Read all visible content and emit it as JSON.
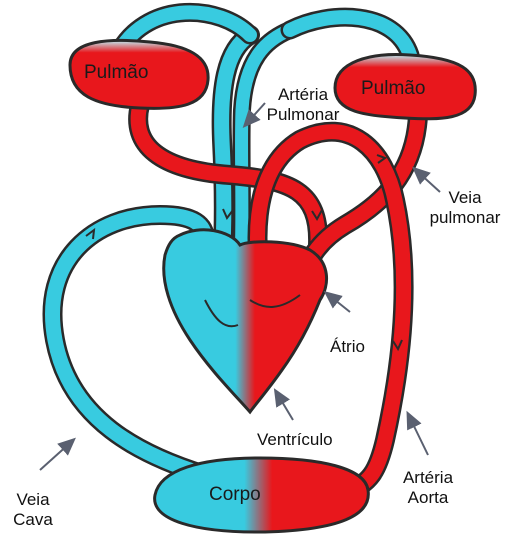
{
  "colors": {
    "oxygenated": "#e8171c",
    "deoxygenated": "#38cbe0",
    "outline": "#2a2a2a",
    "arrow": "#5a6070"
  },
  "organs": {
    "lung_left": "Pulmão",
    "lung_right": "Pulmão",
    "body": "Corpo"
  },
  "labels": {
    "pulmonary_artery_line1": "Artéria",
    "pulmonary_artery_line2": "Pulmonar",
    "pulmonary_vein_line1": "Veia",
    "pulmonary_vein_line2": "pulmonar",
    "atrium": "Átrio",
    "ventricle": "Ventrículo",
    "aorta_line1": "Artéria",
    "aorta_line2": "Aorta",
    "vena_cava_line1": "Veia",
    "vena_cava_line2": "Cava"
  }
}
